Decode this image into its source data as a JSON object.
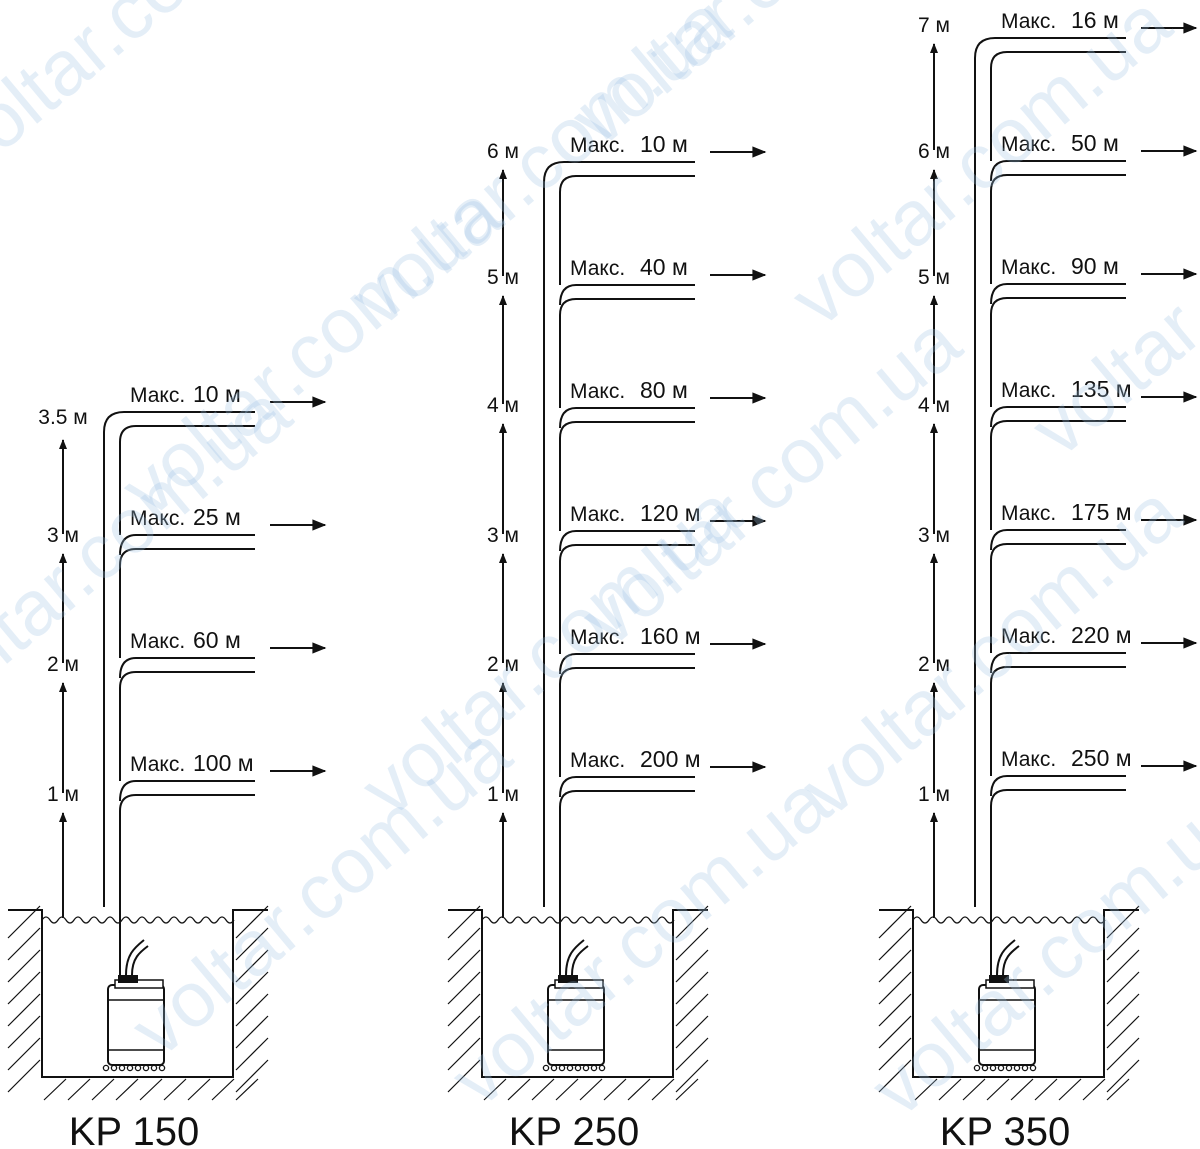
{
  "watermark": "voltar.com.ua",
  "max_prefix": "Макс.",
  "pumps": [
    {
      "title": "KP 150",
      "heights": [
        "1 м",
        "2 м",
        "3 м",
        "3.5 м"
      ],
      "outlets": [
        "10 м",
        "25 м",
        "60 м",
        "100 м"
      ]
    },
    {
      "title": "KP 250",
      "heights": [
        "1 м",
        "2 м",
        "3 м",
        "4 м",
        "5 м",
        "6 м"
      ],
      "outlets": [
        "10 м",
        "40 м",
        "80 м",
        "120 м",
        "160 м",
        "200 м"
      ]
    },
    {
      "title": "KP 350",
      "heights": [
        "1 м",
        "2 м",
        "3 м",
        "4 м",
        "5 м",
        "6 м",
        "7 м"
      ],
      "outlets": [
        "16 м",
        "50 м",
        "90 м",
        "135 м",
        "175 м",
        "220 м",
        "250 м"
      ]
    }
  ]
}
